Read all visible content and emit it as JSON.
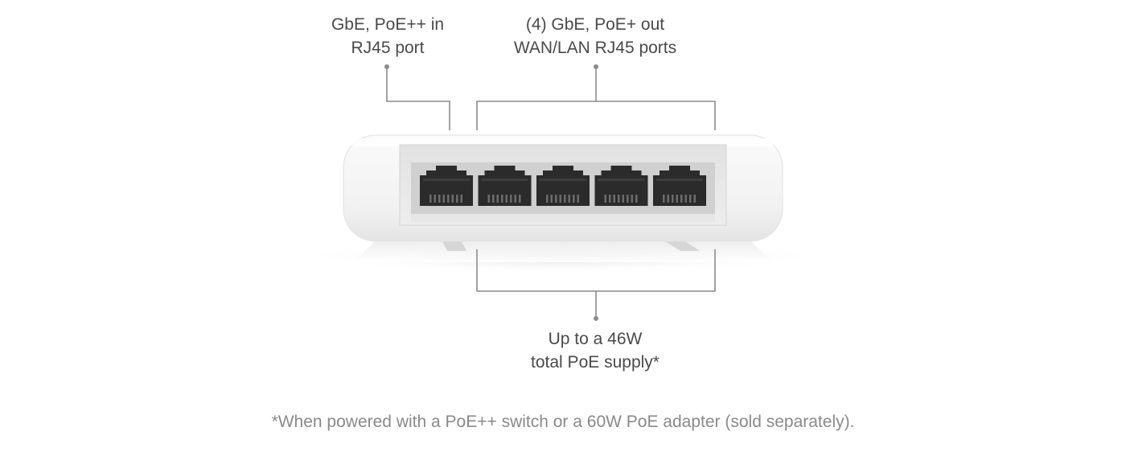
{
  "callouts": {
    "poe_in": {
      "line1": "GbE, PoE++ in",
      "line2": "RJ45 port"
    },
    "poe_out": {
      "line1": "(4) GbE, PoE+ out",
      "line2": "WAN/LAN RJ45 ports"
    },
    "supply": {
      "line1": "Up to a 46W",
      "line2": "total PoE supply*"
    }
  },
  "footnote": "*When powered with a PoE++ switch or a 60W PoE adapter (sold separately).",
  "device": {
    "port_count": 5,
    "body_color": "#f4f4f4",
    "port_color": "#2b2b2b",
    "leader_line_color": "#8c8c8c"
  }
}
